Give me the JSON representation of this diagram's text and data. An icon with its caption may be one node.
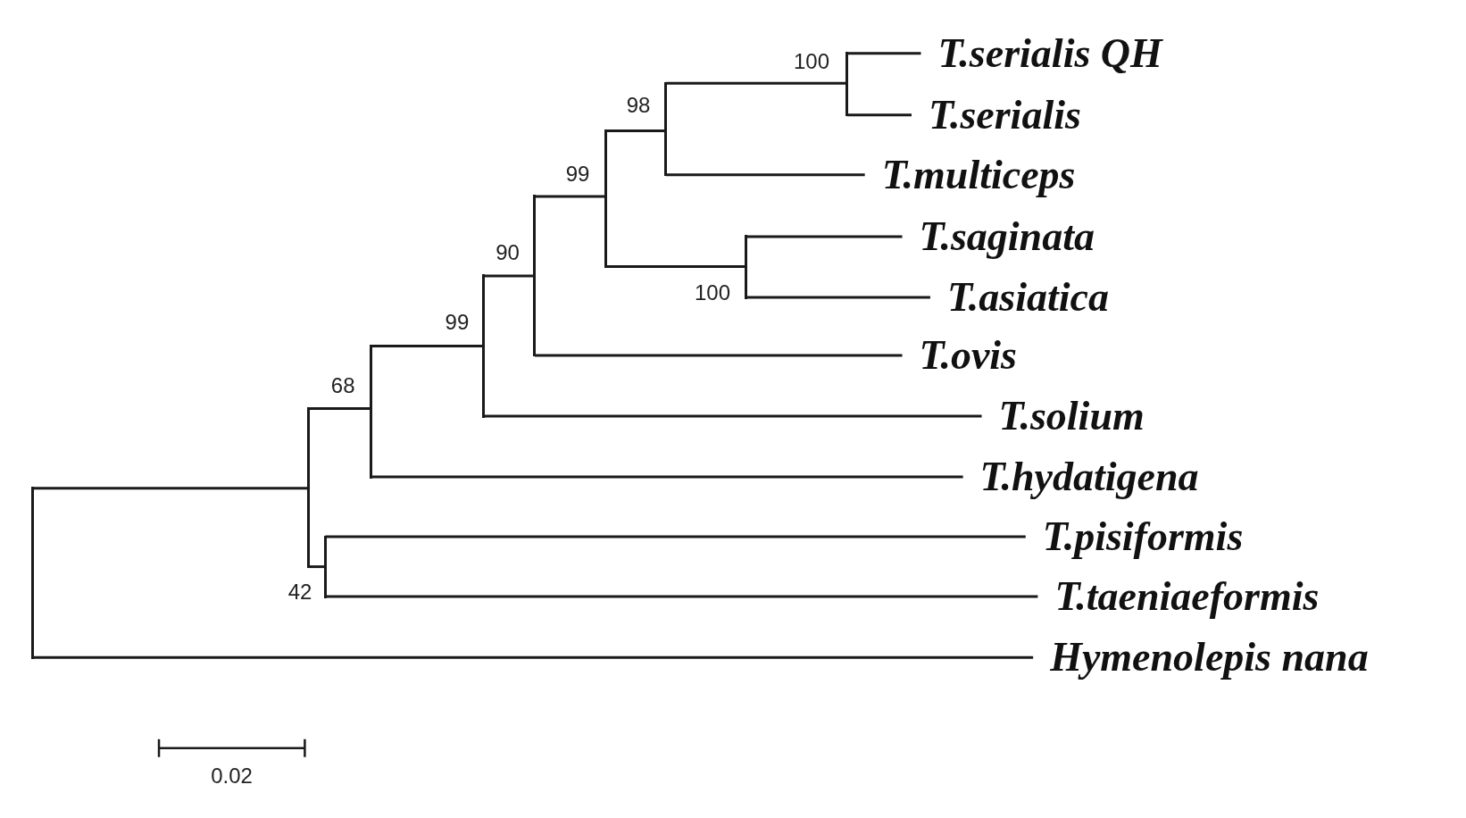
{
  "diagram": {
    "nodes": [
      {
        "text": [],
        "shape": "line"
      },
      {
        "text": [],
        "shape": "line"
      },
      {
        "text": [],
        "shape": "line",
        "beside": [
          "68"
        ]
      },
      {
        "text": [],
        "shape": "line",
        "beside": [
          "99"
        ]
      },
      {
        "text": [],
        "shape": "line",
        "beside": [
          "90"
        ]
      },
      {
        "text": [],
        "shape": "line",
        "beside": [
          "99"
        ]
      },
      {
        "text": [],
        "shape": "line",
        "beside": [
          "98"
        ]
      },
      {
        "text": [],
        "shape": "line",
        "beside": [
          "100"
        ]
      },
      {
        "text": [],
        "shape": "line",
        "beside": [
          "100"
        ]
      },
      {
        "text": [],
        "shape": "line",
        "beside": [
          "42"
        ]
      },
      {
        "text": [
          "T.serialis QH"
        ]
      },
      {
        "text": [
          "T.serialis"
        ]
      },
      {
        "text": [
          "T.multiceps"
        ]
      },
      {
        "text": [
          "T.saginata"
        ]
      },
      {
        "text": [
          "T.asiatica"
        ]
      },
      {
        "text": [
          "T.ovis"
        ]
      },
      {
        "text": [
          "T.solium"
        ]
      },
      {
        "text": [
          "T.hydatigena"
        ]
      },
      {
        "text": [
          "T.pisiformis"
        ]
      },
      {
        "text": [
          "T.taeniaeformis"
        ]
      },
      {
        "text": [
          "Hymenolepis nana"
        ]
      }
    ],
    "edges": [
      {
        "from": 0,
        "to": 1,
        "arrow": "none"
      },
      {
        "from": 0,
        "to": 20,
        "arrow": "none"
      },
      {
        "from": 1,
        "to": 2,
        "arrow": "none"
      },
      {
        "from": 1,
        "to": 9,
        "arrow": "none"
      },
      {
        "from": 2,
        "to": 3,
        "arrow": "none"
      },
      {
        "from": 2,
        "to": 17,
        "arrow": "none"
      },
      {
        "from": 3,
        "to": 4,
        "arrow": "none"
      },
      {
        "from": 3,
        "to": 16,
        "arrow": "none"
      },
      {
        "from": 4,
        "to": 5,
        "arrow": "none"
      },
      {
        "from": 4,
        "to": 15,
        "arrow": "none"
      },
      {
        "from": 5,
        "to": 6,
        "arrow": "none"
      },
      {
        "from": 5,
        "to": 8,
        "arrow": "none"
      },
      {
        "from": 6,
        "to": 7,
        "arrow": "none"
      },
      {
        "from": 6,
        "to": 12,
        "arrow": "none"
      },
      {
        "from": 7,
        "to": 10,
        "arrow": "none"
      },
      {
        "from": 7,
        "to": 11,
        "arrow": "none"
      },
      {
        "from": 8,
        "to": 13,
        "arrow": "none"
      },
      {
        "from": 8,
        "to": 14,
        "arrow": "none"
      },
      {
        "from": 9,
        "to": 18,
        "arrow": "none"
      },
      {
        "from": 9,
        "to": 19,
        "arrow": "none"
      }
    ],
    "labels": [
      "0.02"
    ]
  }
}
